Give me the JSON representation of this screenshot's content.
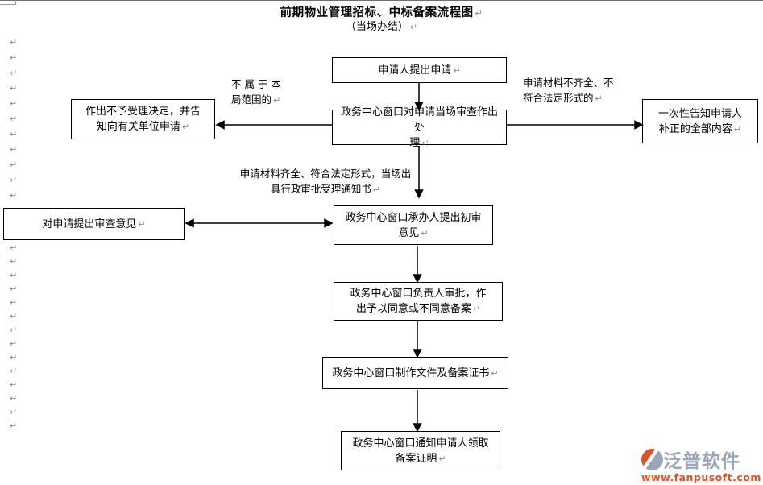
{
  "page": {
    "title": "前期物业管理招标、中标备案流程图",
    "subtitle": "（当场办结）"
  },
  "marks": {
    "return_mark": "↵"
  },
  "nodes": {
    "apply": "申请人提出申请",
    "onsite_review": "政务中心窗口对申请当场审查作出处\n理",
    "reject": "作出不予受理决定，并告\n知向有关单位申请",
    "notify_fix": "一次性告知申请人\n补正的全部内容",
    "initial_opinion": "政务中心窗口承办人提出初审\n意见",
    "review_opinion": "对申请提出审查意见",
    "leader_approve": "政务中心窗口负责人审批，作\n出予以同意或不同意备案",
    "make_docs": "政务中心窗口制作文件及备案证书",
    "notify_collect": "政务中心窗口通知申请人领取\n备案证明"
  },
  "edge_labels": {
    "out_of_scope": "不 属 于 本\n局范围的",
    "incomplete": "申请材料不齐全、不\n符合法定形式的",
    "complete": "申请材料齐全、符合法定形式，当场出\n具行政审批受理通知书"
  },
  "watermark": {
    "brand": "泛普软件",
    "url": "www.fanpusoft.com"
  },
  "colors": {
    "brand_grey": "#9aa5b5",
    "brand_orange": "#dd5226",
    "line_black": "#000000"
  }
}
